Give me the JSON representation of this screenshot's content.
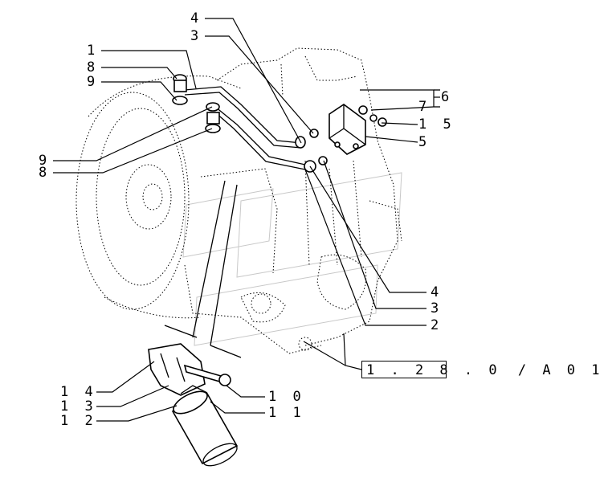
{
  "callouts": {
    "c1": "1",
    "c8_top": "8",
    "c9_top": "9",
    "c4_top": "4",
    "c3_top": "3",
    "c6": "6",
    "c7": "7",
    "c15": "1 5",
    "c5": "5",
    "c9_left": "9",
    "c8_left": "8",
    "c4_right": "4",
    "c3_right": "3",
    "c2": "2",
    "c14": "1 4",
    "c13": "1 3",
    "c12": "1 2",
    "c10": "1 0",
    "c11": "1 1"
  },
  "reference": {
    "code": "1 . 2 8 . 0",
    "suffix": "/ A 0 1"
  }
}
